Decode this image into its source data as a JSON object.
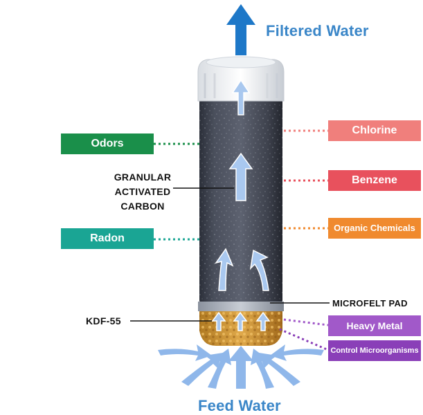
{
  "title_top": "Filtered Water",
  "title_bottom": "Feed Water",
  "left_labels": {
    "odors": "Odors",
    "radon": "Radon"
  },
  "right_labels": {
    "chlorine": "Chlorine",
    "benzene": "Benzene",
    "organic": "Organic Chemicals",
    "heavy_metal": "Heavy Metal",
    "microorganisms": "Control Microorganisms"
  },
  "callouts": {
    "gac_line1": "GRANULAR",
    "gac_line2": "ACTIVATED",
    "gac_line3": "CARBON",
    "kdf": "KDF-55",
    "microfelt": "MICROFELT PAD"
  },
  "colors": {
    "arrow_blue": "#1e78c8",
    "light_arrow": "#8fb7ea",
    "odors_green": "#1a8f4a",
    "radon_teal": "#1aa594",
    "chlorine_pink": "#f07f7c",
    "benzene_red": "#e8515d",
    "organic_orange": "#f08a2e",
    "heavy_metal_purple": "#a159c9",
    "micro_purple": "#8a3fb8"
  }
}
